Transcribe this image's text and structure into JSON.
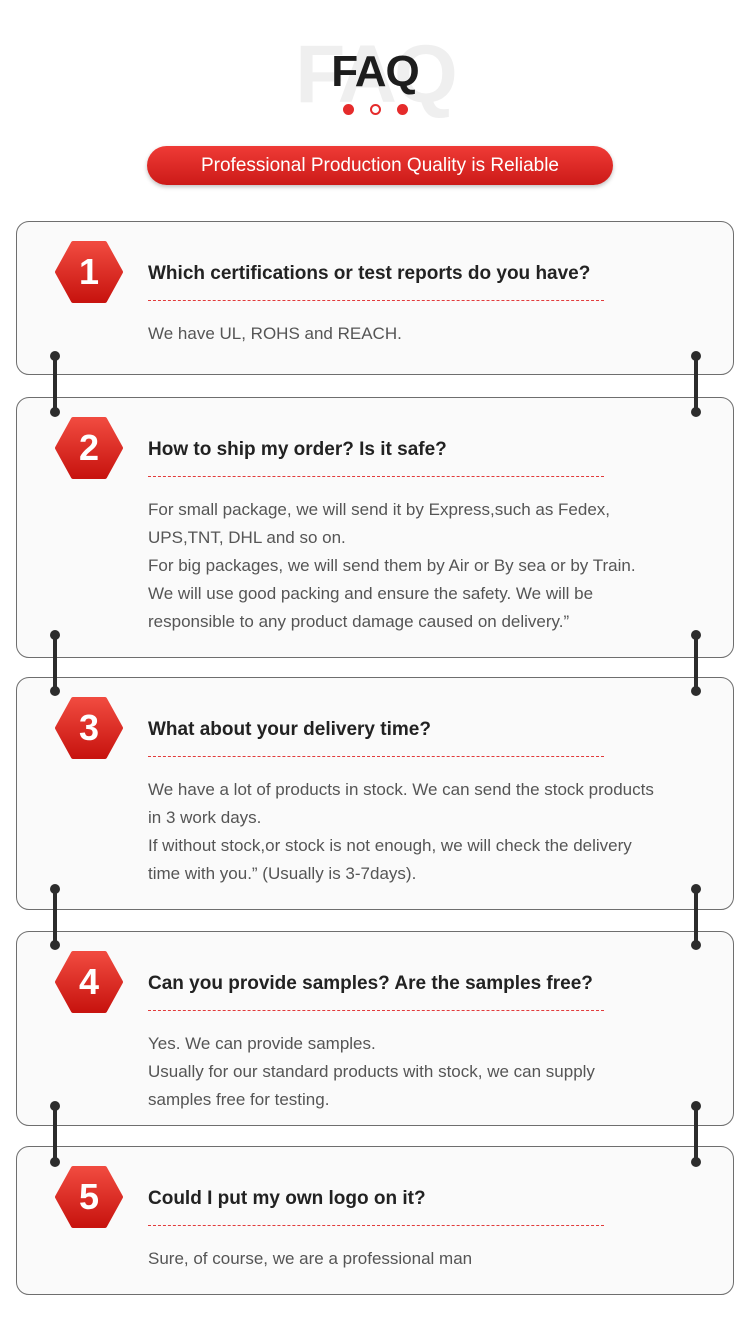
{
  "header": {
    "bg_text": "FAQ",
    "title": "FAQ",
    "banner": "Professional Production Quality is Reliable"
  },
  "colors": {
    "accent": "#e52b2b",
    "badge": "#d81f1c",
    "chain": "#2c2c2c",
    "divider": "#e23b3b"
  },
  "faqs": [
    {
      "number": "1",
      "question": "Which certifications or test reports do you have?",
      "answer": [
        "We have UL, ROHS and REACH."
      ]
    },
    {
      "number": "2",
      "question": "How to ship my order? Is it safe?",
      "answer": [
        "For small package, we will send it by Express,such as Fedex,",
        "UPS,TNT, DHL and so on.",
        "For big packages, we will send them by Air or By sea or by Train.",
        "We will use good packing and ensure the safety. We will be",
        "responsible to any product damage caused on delivery.”"
      ]
    },
    {
      "number": "3",
      "question": "What about your delivery time?",
      "answer": [
        "We have a lot of products in stock. We can send the stock products",
        "in 3 work days.",
        "If without stock,or stock is not enough, we will check the delivery",
        "time with you.” (Usually is 3-7days)."
      ]
    },
    {
      "number": "4",
      "question": "Can you provide samples? Are the samples free?",
      "answer": [
        "Yes. We can provide samples.",
        "Usually for our standard products with stock, we can supply",
        "samples free for testing."
      ]
    },
    {
      "number": "5",
      "question": "Could I put my own logo on it?",
      "answer": [
        "Sure, of course, we are a professional man"
      ]
    }
  ]
}
